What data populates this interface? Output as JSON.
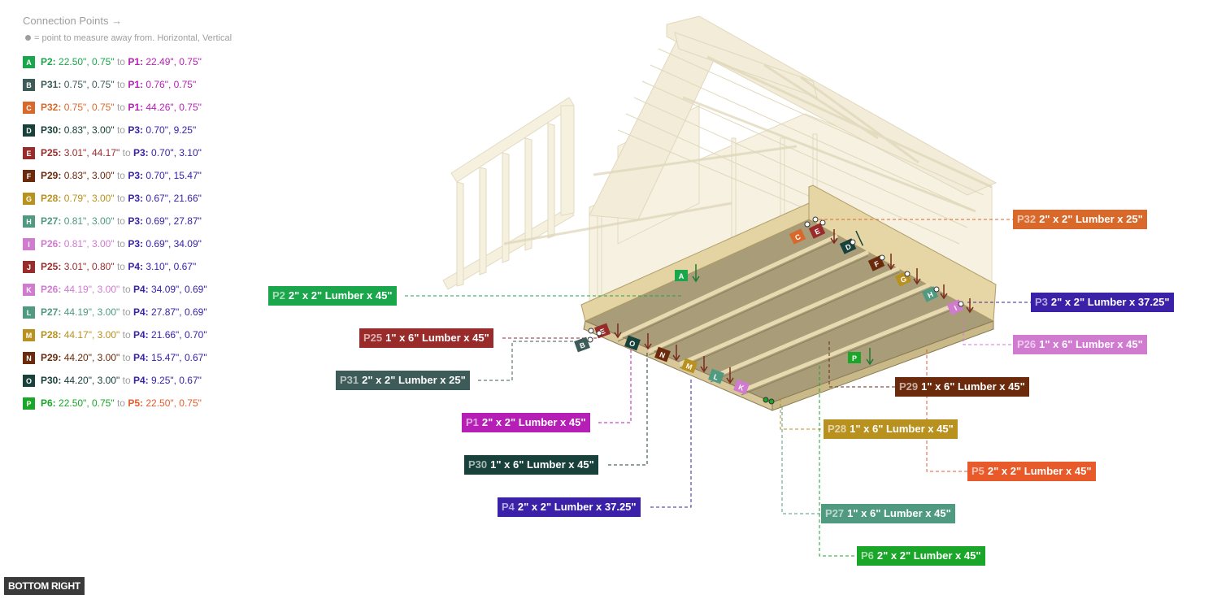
{
  "panel": {
    "title": "Connection Points →",
    "subtitle": "= point to measure away from. Horizontal, Vertical"
  },
  "connections": [
    {
      "letter": "A",
      "color": "#1aa64b",
      "from_part": "P2:",
      "from_val": "22.50\", 0.75\"",
      "from_color": "#1aa64b",
      "to": "to",
      "to_part": "P1:",
      "to_val": "22.49\", 0.75\"",
      "to_color": "#b51fb5"
    },
    {
      "letter": "B",
      "color": "#3d5b58",
      "from_part": "P31:",
      "from_val": "0.75\", 0.75\"",
      "from_color": "#3d5b58",
      "to": "to",
      "to_part": "P1:",
      "to_val": "0.76\", 0.75\"",
      "to_color": "#b51fb5"
    },
    {
      "letter": "C",
      "color": "#d9692b",
      "from_part": "P32:",
      "from_val": "0.75\", 0.75\"",
      "from_color": "#d9692b",
      "to": "to",
      "to_part": "P1:",
      "to_val": "44.26\", 0.75\"",
      "to_color": "#b51fb5"
    },
    {
      "letter": "D",
      "color": "#17413a",
      "from_part": "P30:",
      "from_val": "0.83\", 3.00\"",
      "from_color": "#17413a",
      "to": "to",
      "to_part": "P3:",
      "to_val": "0.70\", 9.25\"",
      "to_color": "#3a21a8"
    },
    {
      "letter": "E",
      "color": "#9a2b2b",
      "from_part": "P25:",
      "from_val": "3.01\", 44.17\"",
      "from_color": "#9a2b2b",
      "to": "to",
      "to_part": "P3:",
      "to_val": "0.70\", 3.10\"",
      "to_color": "#3a21a8"
    },
    {
      "letter": "F",
      "color": "#6b2a0c",
      "from_part": "P29:",
      "from_val": "0.83\", 3.00\"",
      "from_color": "#6b2a0c",
      "to": "to",
      "to_part": "P3:",
      "to_val": "0.70\", 15.47\"",
      "to_color": "#3a21a8"
    },
    {
      "letter": "G",
      "color": "#b8911f",
      "from_part": "P28:",
      "from_val": "0.79\", 3.00\"",
      "from_color": "#b8911f",
      "to": "to",
      "to_part": "P3:",
      "to_val": "0.67\", 21.66\"",
      "to_color": "#3a21a8"
    },
    {
      "letter": "H",
      "color": "#4f9a80",
      "from_part": "P27:",
      "from_val": "0.81\", 3.00\"",
      "from_color": "#4f9a80",
      "to": "to",
      "to_part": "P3:",
      "to_val": "0.69\", 27.87\"",
      "to_color": "#3a21a8"
    },
    {
      "letter": "I",
      "color": "#d07ad0",
      "from_part": "P26:",
      "from_val": "0.81\", 3.00\"",
      "from_color": "#d07ad0",
      "to": "to",
      "to_part": "P3:",
      "to_val": "0.69\", 34.09\"",
      "to_color": "#3a21a8"
    },
    {
      "letter": "J",
      "color": "#9a2b2b",
      "from_part": "P25:",
      "from_val": "3.01\", 0.80\"",
      "from_color": "#9a2b2b",
      "to": "to",
      "to_part": "P4:",
      "to_val": "3.10\", 0.67\"",
      "to_color": "#3a21a8"
    },
    {
      "letter": "K",
      "color": "#d07ad0",
      "from_part": "P26:",
      "from_val": "44.19\", 3.00\"",
      "from_color": "#d07ad0",
      "to": "to",
      "to_part": "P4:",
      "to_val": "34.09\", 0.69\"",
      "to_color": "#3a21a8"
    },
    {
      "letter": "L",
      "color": "#4f9a80",
      "from_part": "P27:",
      "from_val": "44.19\", 3.00\"",
      "from_color": "#4f9a80",
      "to": "to",
      "to_part": "P4:",
      "to_val": "27.87\", 0.69\"",
      "to_color": "#3a21a8"
    },
    {
      "letter": "M",
      "color": "#b8911f",
      "from_part": "P28:",
      "from_val": "44.17\", 3.00\"",
      "from_color": "#b8911f",
      "to": "to",
      "to_part": "P4:",
      "to_val": "21.66\", 0.70\"",
      "to_color": "#3a21a8"
    },
    {
      "letter": "N",
      "color": "#6b2a0c",
      "from_part": "P29:",
      "from_val": "44.20\", 3.00\"",
      "from_color": "#6b2a0c",
      "to": "to",
      "to_part": "P4:",
      "to_val": "15.47\", 0.67\"",
      "to_color": "#3a21a8"
    },
    {
      "letter": "O",
      "color": "#17413a",
      "from_part": "P30:",
      "from_val": "44.20\", 3.00\"",
      "from_color": "#17413a",
      "to": "to",
      "to_part": "P4:",
      "to_val": "9.25\", 0.67\"",
      "to_color": "#3a21a8"
    },
    {
      "letter": "P",
      "color": "#1aa628",
      "from_part": "P6:",
      "from_val": "22.50\", 0.75\"",
      "from_color": "#1aa628",
      "to": "to",
      "to_part": "P5:",
      "to_val": "22.50\", 0.75\"",
      "to_color": "#e85a2a"
    }
  ],
  "part_labels": [
    {
      "id": "P32",
      "text": "2\" x 2\" Lumber x 25\"",
      "color": "#d9692b"
    },
    {
      "id": "P3",
      "text": "2\" x 2\" Lumber x 37.25\"",
      "color": "#3a21a8"
    },
    {
      "id": "P2",
      "text": "2\" x 2\" Lumber x 45\"",
      "color": "#1aa64b"
    },
    {
      "id": "P25",
      "text": "1\" x 6\" Lumber x 45\"",
      "color": "#9a2b2b"
    },
    {
      "id": "P26",
      "text": "1\" x 6\" Lumber x 45\"",
      "color": "#d07ad0"
    },
    {
      "id": "P31",
      "text": "2\" x 2\" Lumber x 25\"",
      "color": "#3d5b58"
    },
    {
      "id": "P29",
      "text": "1\" x 6\" Lumber x 45\"",
      "color": "#6b2a0c"
    },
    {
      "id": "P1",
      "text": "2\" x 2\" Lumber x 45\"",
      "color": "#b51fb5"
    },
    {
      "id": "P28",
      "text": "1\" x 6\" Lumber x 45\"",
      "color": "#b8911f"
    },
    {
      "id": "P30",
      "text": "1\" x 6\" Lumber x 45\"",
      "color": "#17413a"
    },
    {
      "id": "P5",
      "text": "2\" x 2\" Lumber x 45\"",
      "color": "#e85a2a"
    },
    {
      "id": "P4",
      "text": "2\" x 2\" Lumber x 37.25\"",
      "color": "#3a21a8"
    },
    {
      "id": "P27",
      "text": "1\" x 6\" Lumber x 45\"",
      "color": "#4f9a80"
    },
    {
      "id": "P6",
      "text": "2\" x 2\" Lumber x 45\"",
      "color": "#1aa628"
    }
  ],
  "view_label": "BOTTOM RIGHT"
}
